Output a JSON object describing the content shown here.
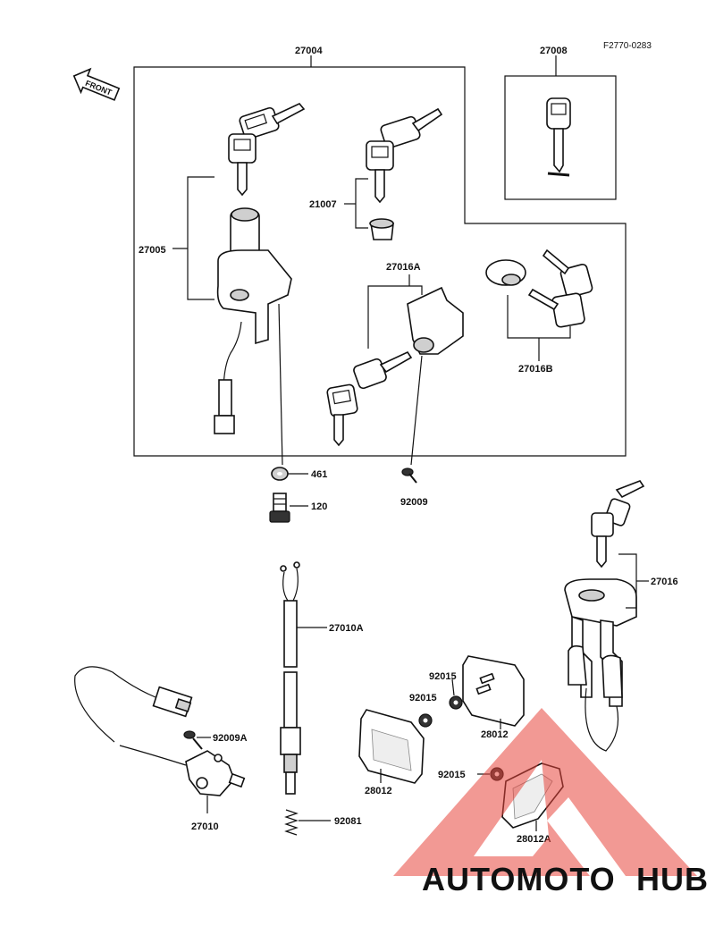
{
  "figure_code": "F2770-0283",
  "front_label": "FRONT",
  "parts": {
    "p27004": "27004",
    "p27008": "27008",
    "p27005": "27005",
    "p21007": "21007",
    "p27016A": "27016A",
    "p27016B": "27016B",
    "p461": "461",
    "p120": "120",
    "p92009": "92009",
    "p27016": "27016",
    "p27010A": "27010A",
    "p92015a": "92015",
    "p92015b": "92015",
    "p92015c": "92015",
    "p92009A": "92009A",
    "p28012a": "28012",
    "p28012b": "28012",
    "p28012A": "28012A",
    "p27010": "27010",
    "p92081": "92081"
  },
  "watermark": {
    "brand_part1": "AUTOMOTO",
    "brand_part2": "HUB",
    "color_red": "#e8463c",
    "color_orange": "#f39a3a",
    "color_dark": "#4a4a4a"
  }
}
